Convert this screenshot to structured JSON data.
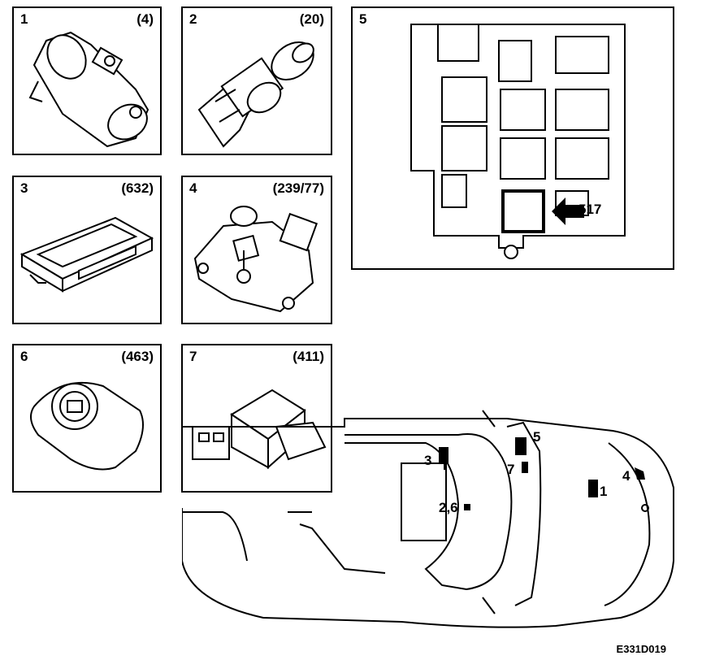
{
  "panels": [
    {
      "number": "1",
      "ref": "(4)",
      "icon": "starter-motor-icon"
    },
    {
      "number": "2",
      "ref": "(20)",
      "icon": "ignition-switch-icon"
    },
    {
      "number": "3",
      "ref": "(632)",
      "icon": "control-module-icon"
    },
    {
      "number": "4",
      "ref": "(239/77)",
      "icon": "gear-position-sensor-icon"
    },
    {
      "number": "5",
      "ref": "",
      "icon": "relay-box-icon"
    },
    {
      "number": "6",
      "ref": "(463)",
      "icon": "ignition-lock-icon"
    },
    {
      "number": "7",
      "ref": "(411)",
      "icon": "sensor-unit-icon"
    }
  ],
  "relay_box": {
    "callout": "517"
  },
  "car_labels": {
    "l1": "1",
    "l3": "3",
    "l4": "4",
    "l5": "5",
    "l7": "7",
    "l26": "2,6"
  },
  "figure_code": "E331D019"
}
